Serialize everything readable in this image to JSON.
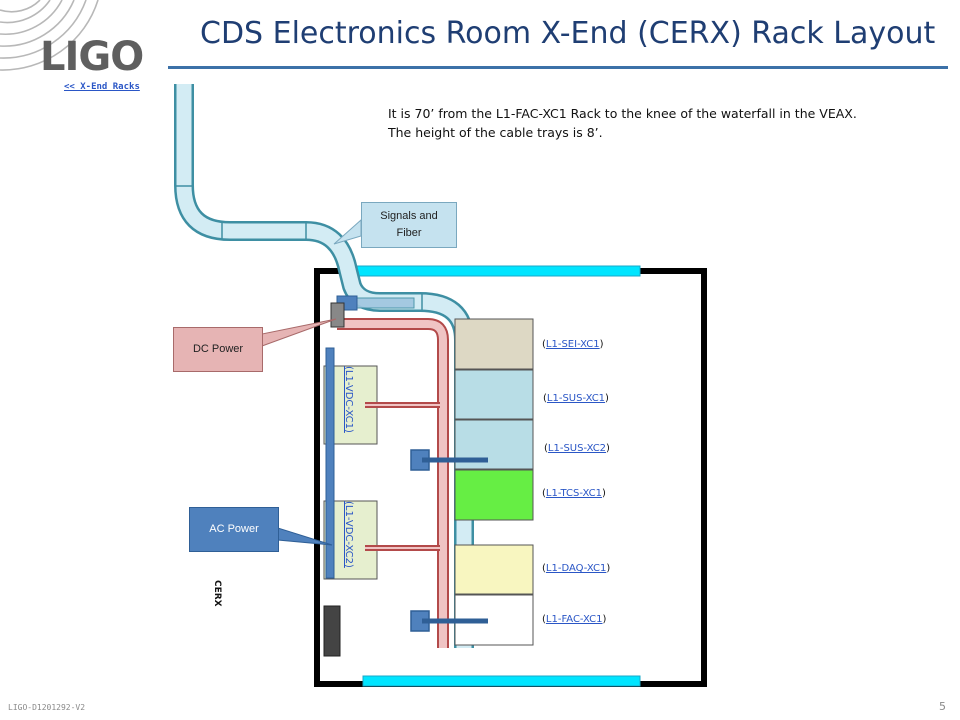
{
  "logo": {
    "text": "LIGO"
  },
  "title": "CDS Electronics Room X-End (CERX) Rack Layout",
  "back_link": "<< X-End Racks",
  "note": {
    "line1": "It is 70’ from the L1-FAC-XC1 Rack to the knee of the waterfall in the VEAX.",
    "line2": "The height of the cable trays is 8’."
  },
  "callouts": {
    "signals": {
      "line1": "Signals and",
      "line2": "Fiber"
    },
    "dc_power": "DC Power",
    "ac_power": "AC Power"
  },
  "room_label": "CERX",
  "racks": [
    {
      "name": "L1-SEI-XC1",
      "color": "#ddd8c4"
    },
    {
      "name": "L1-SUS-XC1",
      "color": "#b8dde6"
    },
    {
      "name": "L1-SUS-XC2",
      "color": "#b8dde6"
    },
    {
      "name": "L1-TCS-XC1",
      "color": "#66ee44"
    },
    {
      "name": "L1-DAQ-XC1",
      "color": "#f8f6c0"
    },
    {
      "name": "L1-FAC-XC1",
      "color": "#ffffff"
    }
  ],
  "vdc_racks": [
    {
      "name": "L1-VDC-XC1"
    },
    {
      "name": "L1-VDC-XC2"
    }
  ],
  "footer": {
    "doc_id": "LIGO-D1201292-V2",
    "page": "5"
  }
}
